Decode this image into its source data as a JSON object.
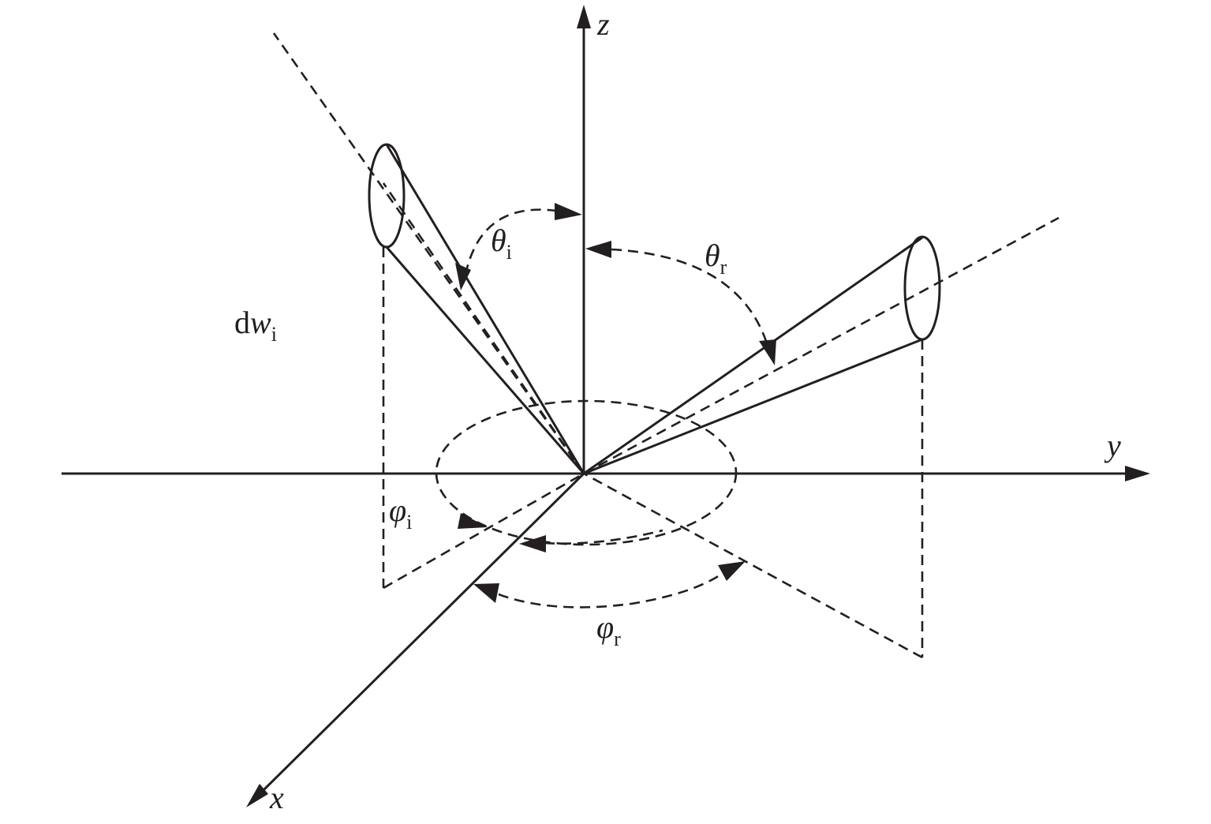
{
  "labels": {
    "z_axis": "z",
    "y_axis": "y",
    "x_axis": "x",
    "theta_i": {
      "symbol": "θ",
      "sub": "i"
    },
    "theta_r": {
      "symbol": "θ",
      "sub": "r"
    },
    "phi_i": {
      "symbol": "φ",
      "sub": "i"
    },
    "phi_r": {
      "symbol": "φ",
      "sub": "r"
    },
    "dw_i": {
      "prefix": "d",
      "symbol": "w",
      "sub": "i"
    }
  }
}
